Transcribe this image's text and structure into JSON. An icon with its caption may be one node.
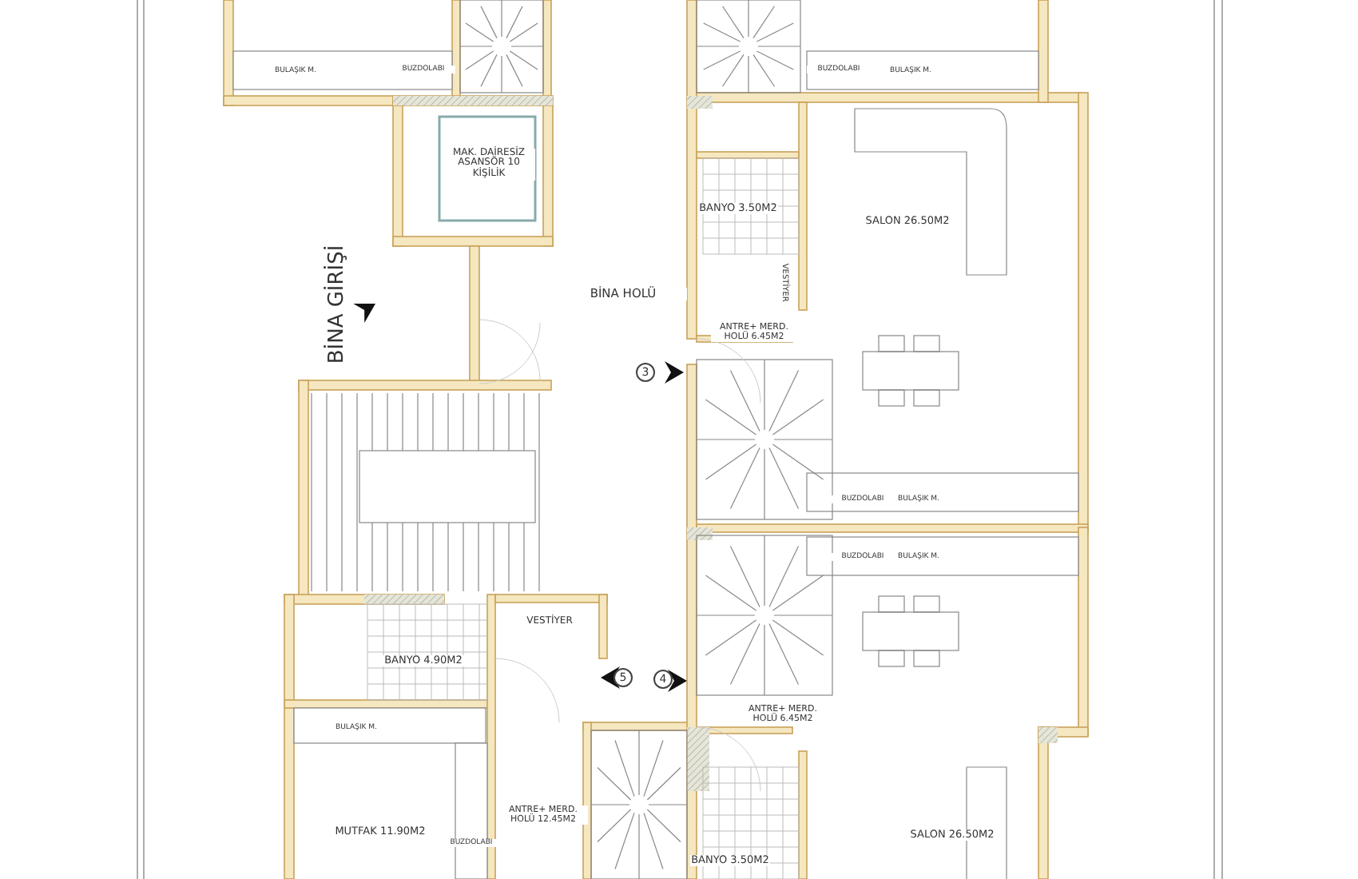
{
  "diagram": {
    "labels": [
      "BULAŞIK M.",
      "BUZDOLABI",
      "BUZDOLABI",
      "BULAŞIK M.",
      "MAK. DAİRESİZ ASANSÖR 10 KİŞİLİK",
      "BANYO 3.50M2",
      "SALON 26.50M2",
      "BİNA GİRİŞİ",
      "BİNA HOLÜ",
      "VESTİYER",
      "ANTRE+ MERD. HOLÜ 6.45M2",
      "3",
      "BUZDOLABI",
      "BULAŞIK M.",
      "BUZDOLABI",
      "BULAŞIK M.",
      "VESTİYER",
      "BANYO 4.90M2",
      "5",
      "4",
      "ANTRE+ MERD. HOLÜ 6.45M2",
      "BULAŞIK M.",
      "BUZDOLABI",
      "MUTFAK 11.90M2",
      "ANTRE+ MERD. HOLÜ 12.45M2",
      "BANYO 3.50M2",
      "SALON 26.50M2"
    ]
  }
}
